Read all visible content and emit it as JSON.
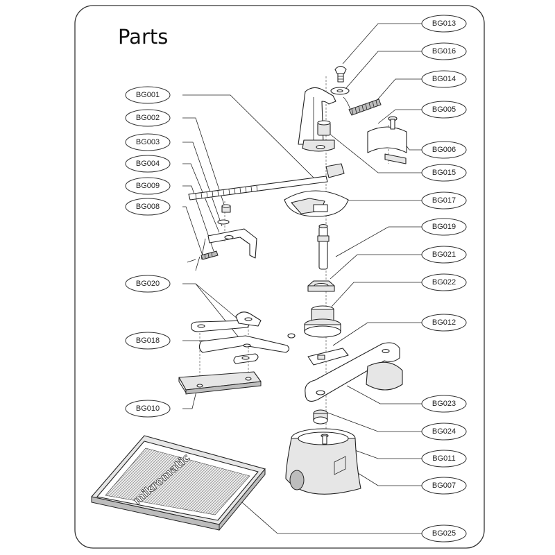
{
  "title": "Parts",
  "callouts": [
    {
      "id": "BG013",
      "side": "right"
    },
    {
      "id": "BG016",
      "side": "right"
    },
    {
      "id": "BG014",
      "side": "right"
    },
    {
      "id": "BG005",
      "side": "right"
    },
    {
      "id": "BG006",
      "side": "right"
    },
    {
      "id": "BG015",
      "side": "right"
    },
    {
      "id": "BG017",
      "side": "right"
    },
    {
      "id": "BG019",
      "side": "right"
    },
    {
      "id": "BG021",
      "side": "right"
    },
    {
      "id": "BG022",
      "side": "right"
    },
    {
      "id": "BG012",
      "side": "right"
    },
    {
      "id": "BG023",
      "side": "right"
    },
    {
      "id": "BG024",
      "side": "right"
    },
    {
      "id": "BG011",
      "side": "right"
    },
    {
      "id": "BG007",
      "side": "right"
    },
    {
      "id": "BG025",
      "side": "right"
    },
    {
      "id": "BG001",
      "side": "left"
    },
    {
      "id": "BG002",
      "side": "left"
    },
    {
      "id": "BG003",
      "side": "left"
    },
    {
      "id": "BG004",
      "side": "left"
    },
    {
      "id": "BG009",
      "side": "left"
    },
    {
      "id": "BG008",
      "side": "left"
    },
    {
      "id": "BG020",
      "side": "left"
    },
    {
      "id": "BG018",
      "side": "left"
    },
    {
      "id": "BG010",
      "side": "left"
    }
  ],
  "mat_logo_text": "mikromatic"
}
